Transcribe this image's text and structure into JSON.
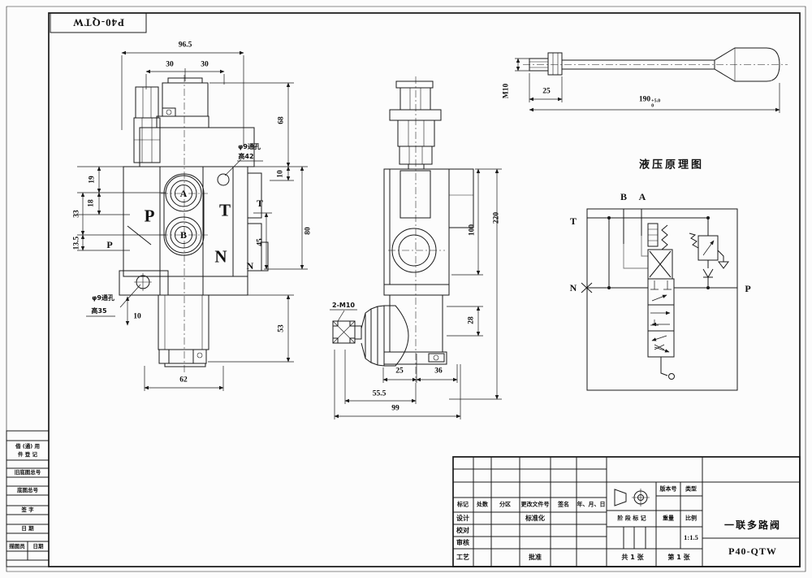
{
  "top_left_label": "P40-QTW",
  "front_view": {
    "dims": {
      "d96_5": "96.5",
      "d30a": "30",
      "d30b": "30",
      "d68": "68",
      "d10_right": "10",
      "d80": "80",
      "d45": "45",
      "d19": "19",
      "d18": "18",
      "d33": "33",
      "d13_5": "13.5",
      "d10_left": "10",
      "d62": "62",
      "d53": "53"
    },
    "labels": {
      "port_a": "A",
      "port_b": "B",
      "p_large": "P",
      "p_small": "P",
      "t_large": "T",
      "t_small": "T",
      "n_large": "N",
      "n_small": "N"
    },
    "notes": {
      "hole42_line1": "φ9通孔",
      "hole42_line2": "高42",
      "hole35_line1": "φ9通孔",
      "hole35_line2": "高35"
    }
  },
  "side_view": {
    "dims": {
      "thread": "2-M10",
      "d220": "220",
      "d100": "100",
      "d28": "28",
      "d25": "25",
      "d36": "36",
      "d55_5": "55.5",
      "d99": "99"
    }
  },
  "handle_view": {
    "dims": {
      "thread": "M10",
      "d25": "25",
      "d190": "190",
      "tol_sup": "+5.0",
      "tol_sub": "0"
    }
  },
  "schematic": {
    "title": "液压原理图",
    "ports": {
      "b": "B",
      "a": "A",
      "t": "T",
      "n": "N",
      "p": "P"
    }
  },
  "title_block": {
    "header": {
      "mark": "标记",
      "count": "处数",
      "zone": "分区",
      "change_no": "更改文件号",
      "sign": "签名",
      "date": "年、月、日"
    },
    "rows": {
      "design": "设计",
      "standard": "标准化",
      "check": "校对",
      "review": "审核",
      "process": "工艺",
      "approve": "批准"
    },
    "right": {
      "version": "版本号",
      "type": "类型",
      "stage_mark": "阶 段 标 记",
      "weight": "重量",
      "scale_label": "比例",
      "scale_value": "1:1.5",
      "sheets_total": "共 1 张",
      "sheet_no": "第 1 张",
      "product_name": "一联多路阀",
      "model": "P40-QTW"
    }
  },
  "margin_column": {
    "row1a": "借 (通) 用",
    "row1b": "件 登 记",
    "row2": "旧底图总号",
    "row3": "底图总号",
    "row4": "签  字",
    "row5": "日  期",
    "row6a": "描图员",
    "row6b": "日期"
  }
}
